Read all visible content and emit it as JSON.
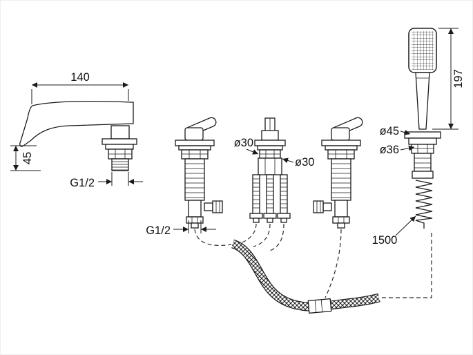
{
  "drawing": {
    "colors": {
      "line": "#1a1a1a",
      "background": "#ffffff"
    },
    "labels": {
      "spout_reach": "140",
      "spout_outlet_height": "45",
      "spout_shank_thread": "G1/2",
      "valve_connection_thread": "G1/2",
      "shank_diameter_left": "ø30",
      "shank_diameter_right": "ø30",
      "holder_escutcheon_diameter": "ø45",
      "holder_hole_diameter": "ø36",
      "hand_shower_length": "197",
      "hose_length": "1500"
    }
  }
}
